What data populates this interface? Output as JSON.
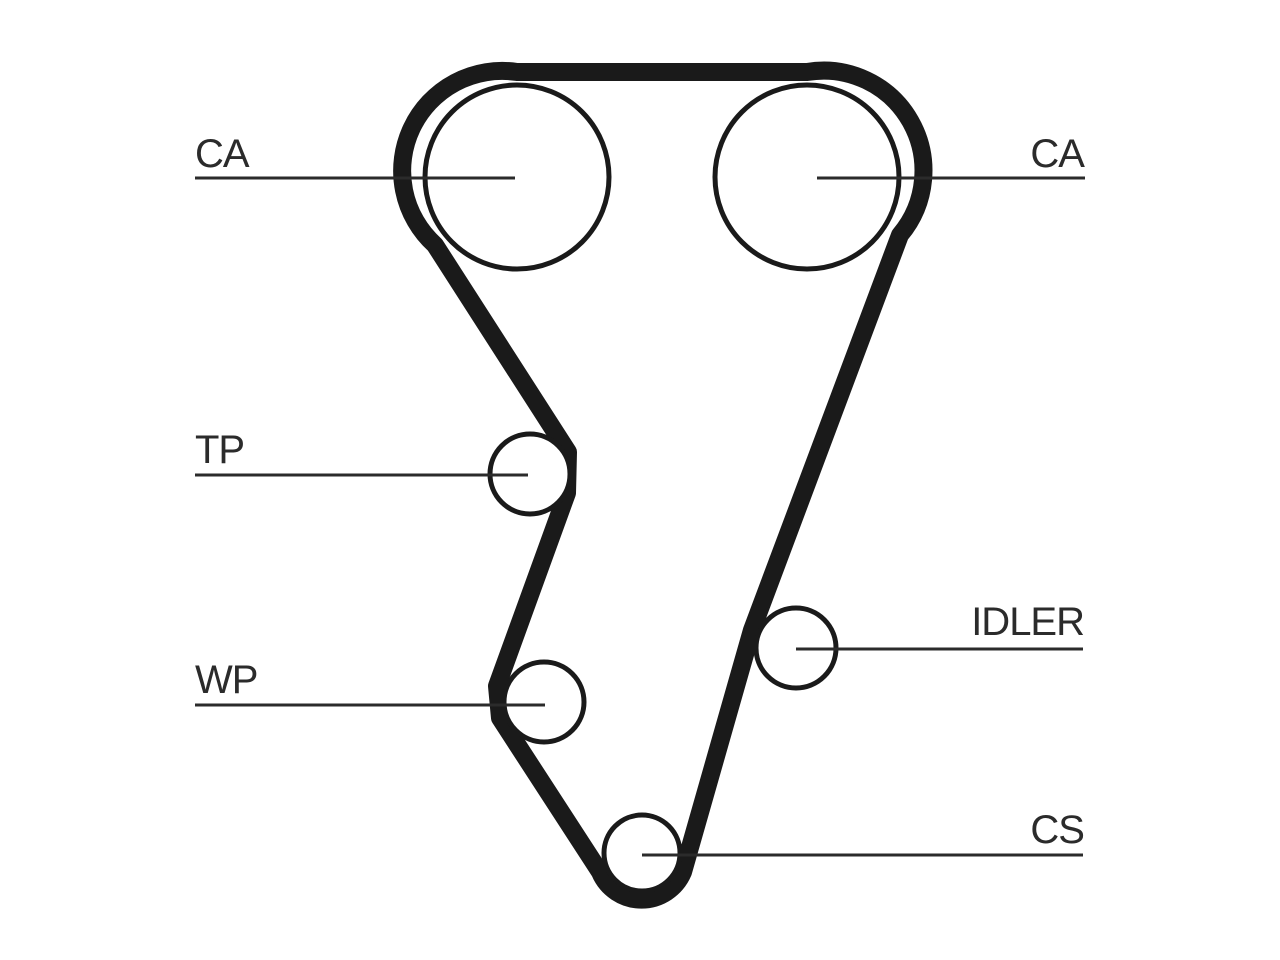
{
  "diagram": {
    "labels": {
      "ca_left": "CA",
      "ca_right": "CA",
      "tp": "TP",
      "wp": "WP",
      "idler": "IDLER",
      "cs": "CS"
    },
    "colors": {
      "belt": "#1a1a1a",
      "line": "#2b2b2b",
      "background": "#ffffff"
    }
  }
}
